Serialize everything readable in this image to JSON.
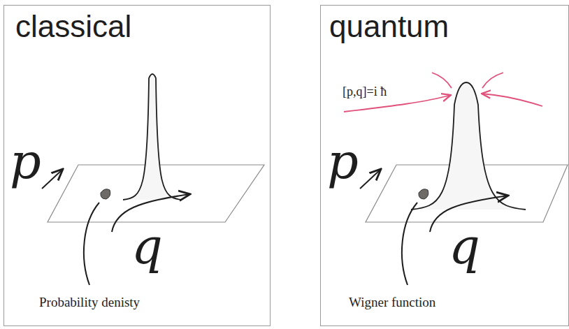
{
  "diagram": {
    "nodes": [
      {
        "text": [
          "classical",
          "Probability denisty"
        ]
      },
      {
        "text": [
          "quantum",
          "Wigner function"
        ]
      }
    ],
    "labels": [
      "p",
      "q",
      "[p,q]=i ħ",
      "p",
      "q"
    ]
  }
}
